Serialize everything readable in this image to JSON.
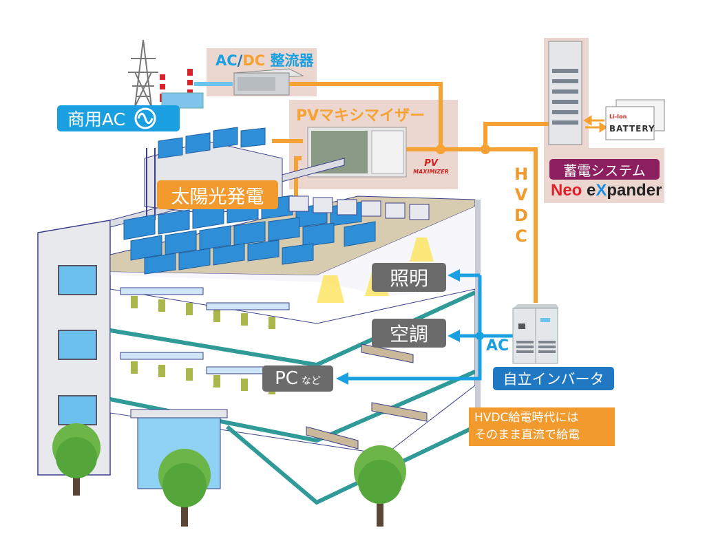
{
  "labels": {
    "commercial_ac": "商用AC",
    "acdc_rectifier": {
      "ac": "AC",
      "slash": "/",
      "dc": "DC",
      "suffix": " 整流器"
    },
    "pv_maximizer": "PVマキシマイザー",
    "pv_maximizer_logo": {
      "line1": "PV",
      "line2": "MAXIMIZER"
    },
    "solar_power": "太陽光発電",
    "storage_system": "蓄電システム",
    "neo_expander": {
      "neo": "Neo",
      "e": "e",
      "x": "X",
      "pander": "pander"
    },
    "battery": {
      "liion": "Li-Ion",
      "name": "BATTERY"
    },
    "hvdc_letters": [
      "H",
      "V",
      "D",
      "C"
    ],
    "lighting": "照明",
    "air_conditioning": "空調",
    "pc": {
      "main": "PC",
      "suffix": "など"
    },
    "ac": "AC",
    "inverter": "自立インバータ",
    "note": {
      "line1": "HVDC給電時代には",
      "line2": "そのまま直流で給電"
    }
  },
  "colors": {
    "ac_blue": "#1aa0e0",
    "hvdc_orange": "#f5a134",
    "panel_pink": "#ecd6d0",
    "label_gray": "#6b6b6b",
    "storage_purple": "#8c1f60",
    "inverter_blue": "#1f78c1",
    "note_orange": "#f29a2e",
    "neo_red": "#e0202a"
  }
}
